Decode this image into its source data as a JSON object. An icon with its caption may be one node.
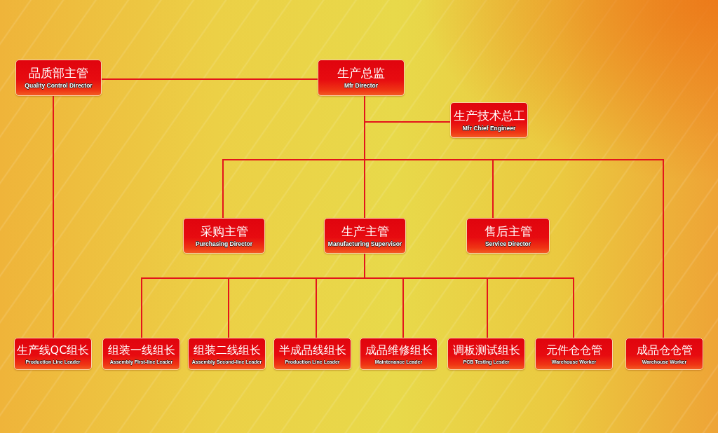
{
  "diagram": {
    "nodes": [
      {
        "text": [
          "品质部主管",
          "Quality Control Director"
        ]
      },
      {
        "text": [
          "生产总监",
          "Mfr Director"
        ]
      },
      {
        "text": [
          "生产技术总工",
          "Mfr Chief Engineer"
        ]
      },
      {
        "text": [
          "采购主管",
          "Purchasing Director"
        ]
      },
      {
        "text": [
          "生产主管",
          "Manufacturing Supervisor"
        ]
      },
      {
        "text": [
          "售后主管",
          "Service Director"
        ]
      },
      {
        "text": [
          "生产线QC组长",
          "Production Line Leader"
        ]
      },
      {
        "text": [
          "组装一线组长",
          "Assembly First-line Leader"
        ]
      },
      {
        "text": [
          "组装二线组长",
          "Assembly Second-line Leader"
        ]
      },
      {
        "text": [
          "半成品线组长",
          "Production Line Leader"
        ]
      },
      {
        "text": [
          "成品维修组长",
          "Maintenance Leader"
        ]
      },
      {
        "text": [
          "调板测试组长",
          "PCB Testing Lesder"
        ]
      },
      {
        "text": [
          "元件仓仓管",
          "Warehouse Worker"
        ]
      },
      {
        "text": [
          "成品仓仓管",
          "Warehouse Worker"
        ]
      }
    ],
    "edges": [
      {
        "from": 0,
        "to": 1,
        "arrow": "none"
      },
      {
        "from": 0,
        "to": 6,
        "arrow": "none"
      },
      {
        "from": 1,
        "to": 2,
        "arrow": "none"
      },
      {
        "from": 1,
        "to": 3,
        "arrow": "none"
      },
      {
        "from": 1,
        "to": 4,
        "arrow": "none"
      },
      {
        "from": 1,
        "to": 5,
        "arrow": "none"
      },
      {
        "from": 1,
        "to": 13,
        "arrow": "none"
      },
      {
        "from": 4,
        "to": 7,
        "arrow": "none"
      },
      {
        "from": 4,
        "to": 8,
        "arrow": "none"
      },
      {
        "from": 4,
        "to": 9,
        "arrow": "none"
      },
      {
        "from": 4,
        "to": 10,
        "arrow": "none"
      },
      {
        "from": 4,
        "to": 11,
        "arrow": "none"
      },
      {
        "from": 4,
        "to": 12,
        "arrow": "none"
      }
    ]
  }
}
